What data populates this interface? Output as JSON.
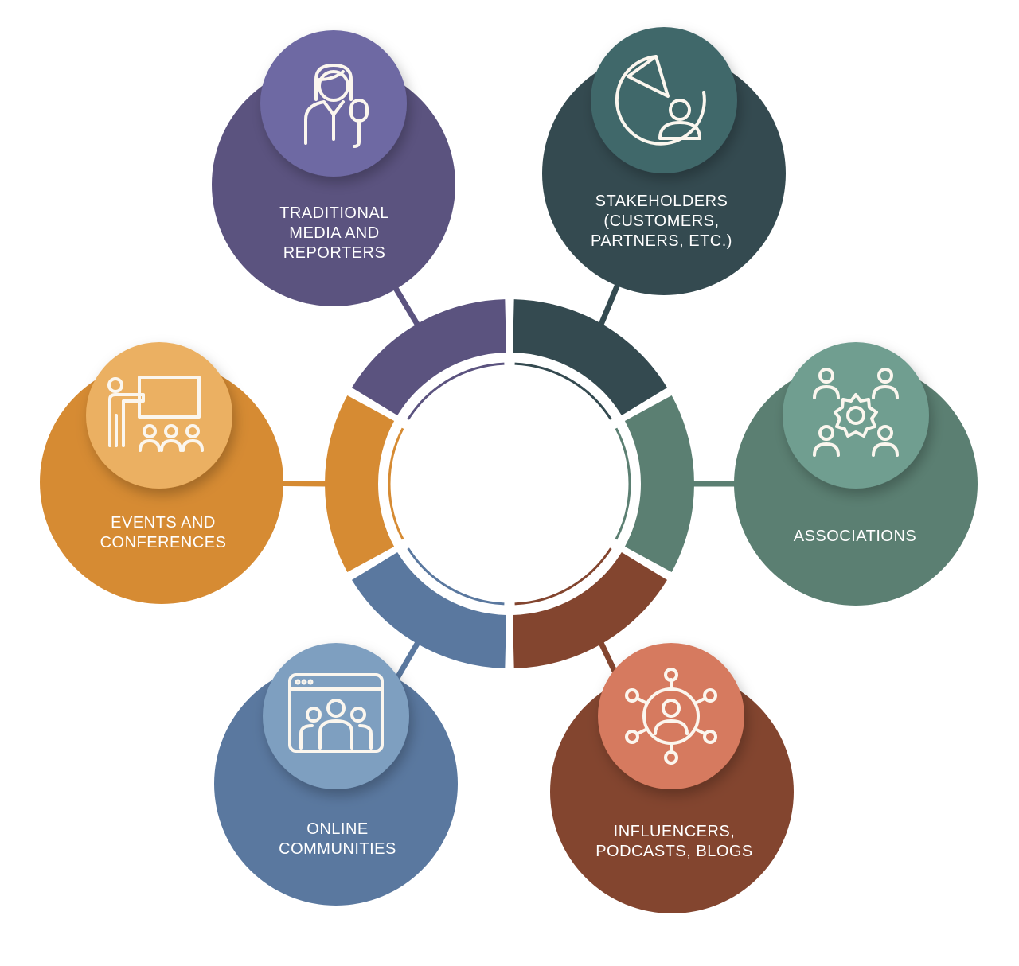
{
  "nodes": [
    {
      "id": "traditional-media",
      "lines": [
        "TRADITIONAL",
        "MEDIA AND",
        "REPORTERS"
      ],
      "icon": "reporter-microphone-icon",
      "color": "#5b537f",
      "icon_bg": "#6e69a3"
    },
    {
      "id": "stakeholders",
      "lines": [
        "STAKEHOLDERS",
        "(CUSTOMERS,",
        "PARTNERS, ETC.)"
      ],
      "icon": "pie-chart-person-icon",
      "color": "#344a50",
      "icon_bg": "#41676b"
    },
    {
      "id": "associations",
      "lines": [
        "ASSOCIATIONS"
      ],
      "icon": "people-gear-icon",
      "color": "#5b7f72",
      "icon_bg": "#6f9e90"
    },
    {
      "id": "influencers",
      "lines": [
        "INFLUENCERS,",
        "PODCASTS, BLOGS"
      ],
      "icon": "network-person-icon",
      "color": "#83452f",
      "icon_bg": "#d67a5e"
    },
    {
      "id": "online-communities",
      "lines": [
        "ONLINE",
        "COMMUNITIES"
      ],
      "icon": "browser-group-icon",
      "color": "#5a789f",
      "icon_bg": "#7e9fc0"
    },
    {
      "id": "events",
      "lines": [
        "EVENTS AND",
        "CONFERENCES"
      ],
      "icon": "presentation-audience-icon",
      "color": "#d68b33",
      "icon_bg": "#ebb062"
    }
  ]
}
